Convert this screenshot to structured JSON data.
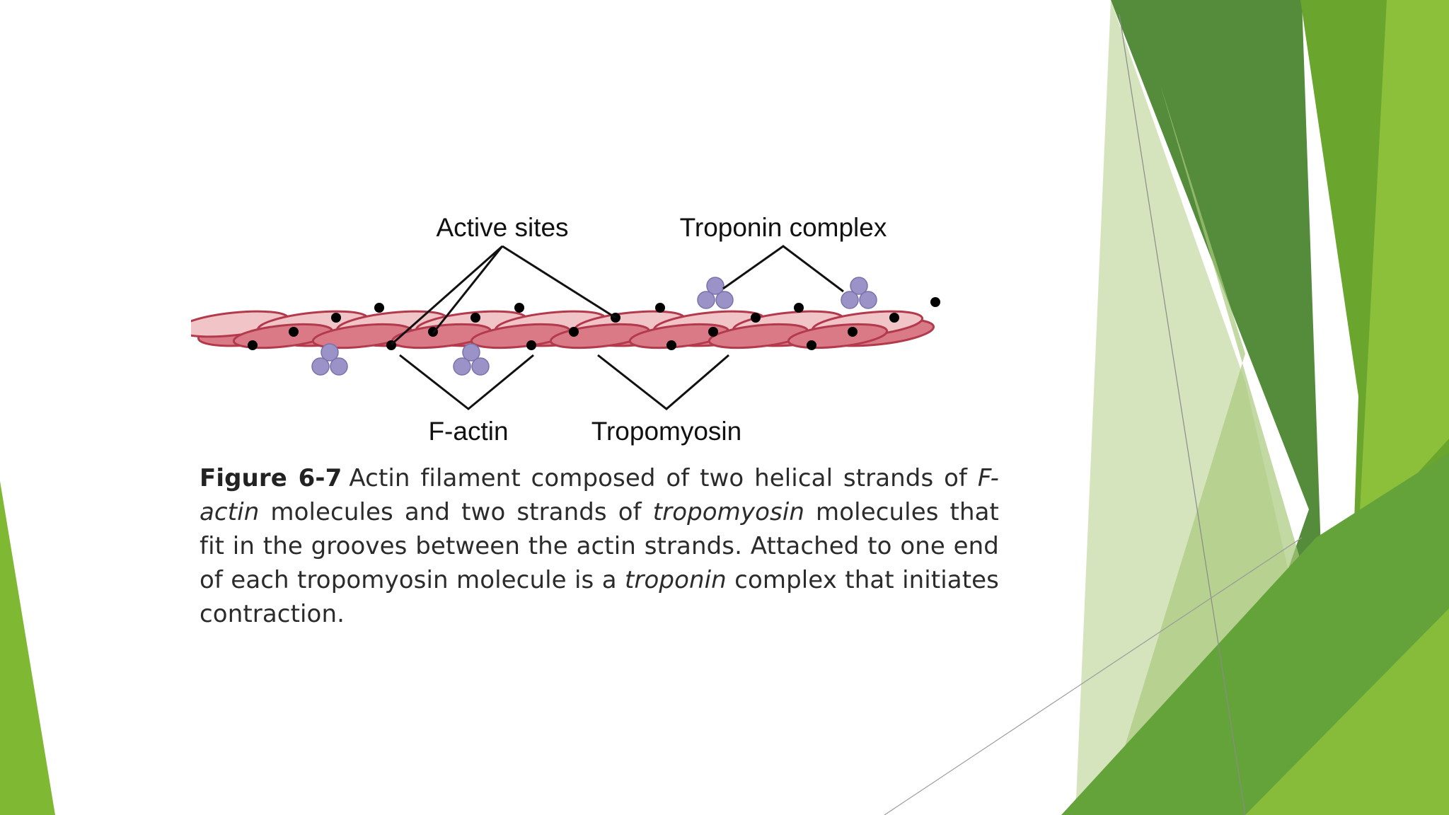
{
  "diagram": {
    "labels": {
      "active_sites": "Active sites",
      "troponin_complex": "Troponin complex",
      "f_actin": "F-actin",
      "tropomyosin": "Tropomyosin"
    },
    "colors": {
      "actin_fill": "#d97a86",
      "actin_stroke": "#b33a4c",
      "actin_fill_light": "#f1c4c8",
      "troponin": "#9b92c8",
      "active_site_dot": "#000000"
    }
  },
  "caption": {
    "figure_number": "Figure 6-7",
    "part1": "Actin filament composed of two helical strands of ",
    "italic1": "F-actin",
    "part2": " molecules and two strands of ",
    "italic2": "tropomyosin",
    "part3": " molecules that fit in the grooves between the actin strands. Attached to one end of each tro­pomyosin molecule is a ",
    "italic3": "troponin",
    "part4": " complex that initiates contraction."
  },
  "theme": {
    "accent_dark": "#4e8a38",
    "accent_mid": "#6aa52d",
    "accent_light": "#8cc03a",
    "accent_pale": "#c9dca6"
  }
}
